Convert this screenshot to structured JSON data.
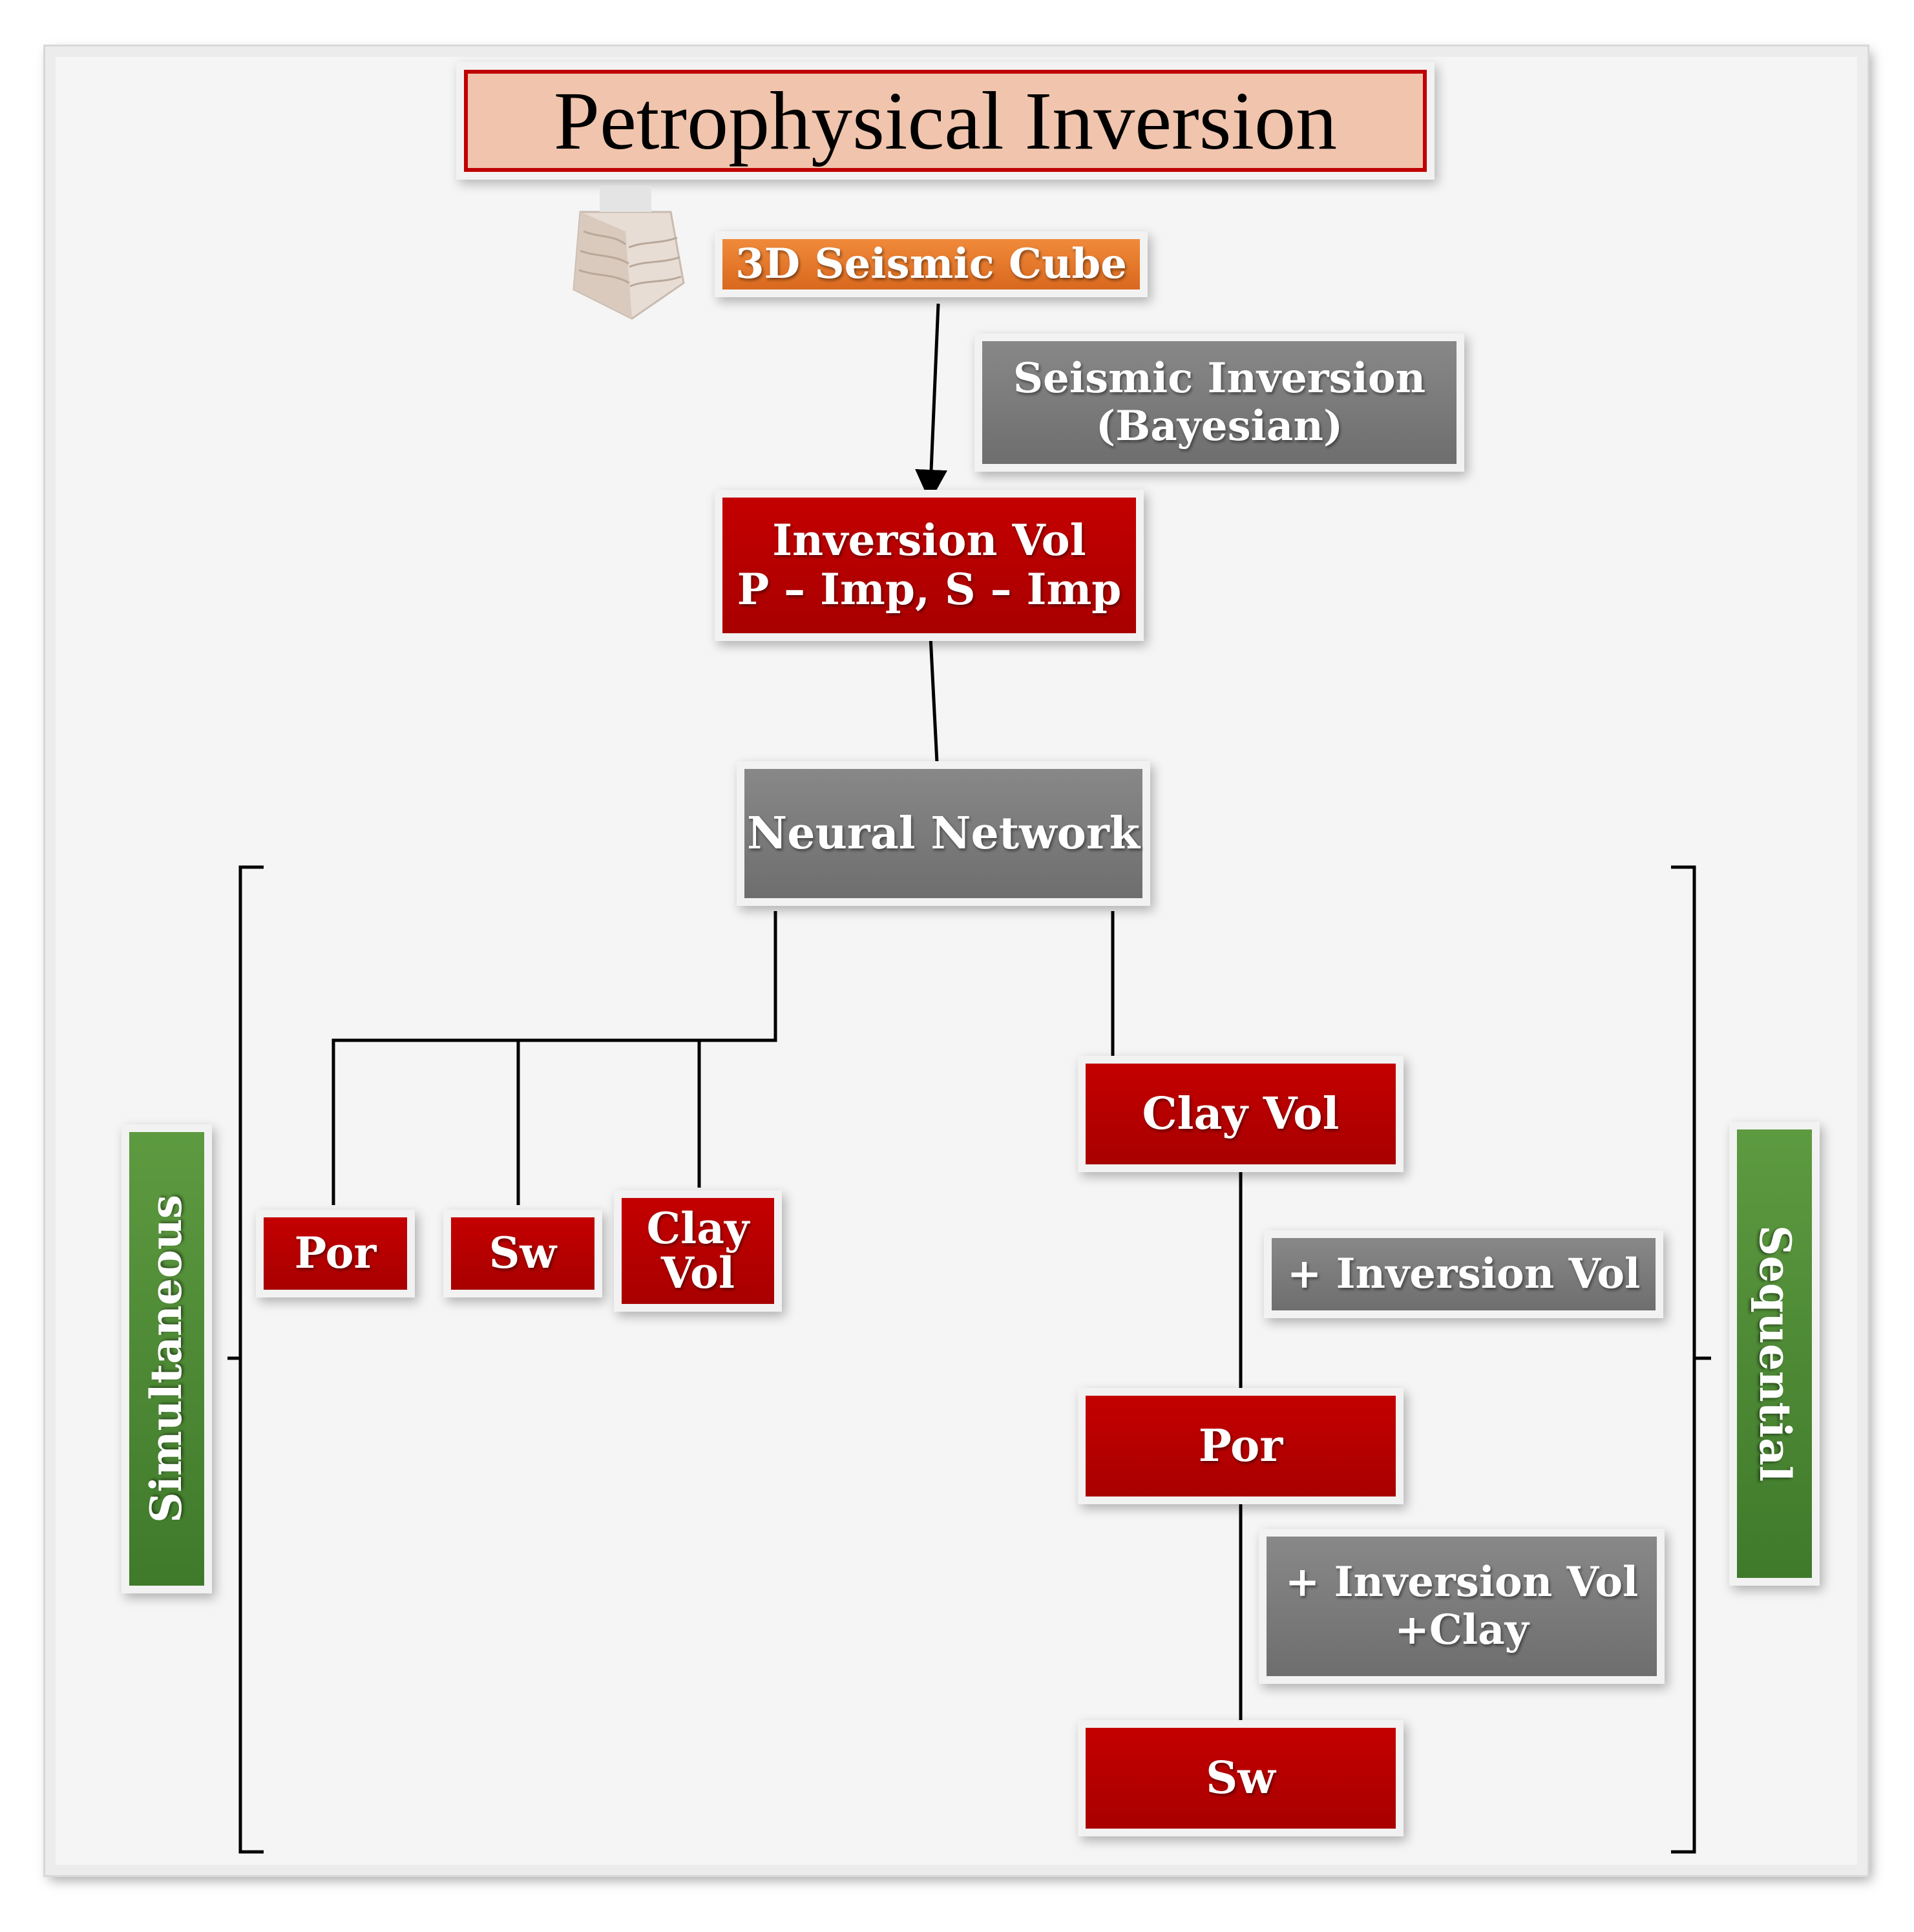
{
  "title": "Petrophysical Inversion",
  "nodes": {
    "seismic_cube": "3D Seismic Cube",
    "seismic_inversion": [
      "Seismic Inversion",
      "(Bayesian)"
    ],
    "inversion_vol": [
      "Inversion Vol",
      "P – Imp, S – Imp"
    ],
    "neural_network": "Neural Network",
    "sim_por": "Por",
    "sim_sw": "Sw",
    "sim_clay_vol": [
      "Clay",
      "Vol"
    ],
    "seq_clay_vol": "Clay Vol",
    "seq_plus_inversion": "+ Inversion Vol",
    "seq_por": "Por",
    "seq_plus_inversion_clay": [
      "+ Inversion Vol",
      "+Clay"
    ],
    "seq_sw": "Sw"
  },
  "labels": {
    "simultaneous": "Simultaneous",
    "sequential": "Sequential"
  },
  "colors": {
    "red": "#b30000",
    "gray": "#7b7b7b",
    "orange": "#e57a2c",
    "green": "#4e8a36",
    "title_fill": "#f0c4ad"
  }
}
